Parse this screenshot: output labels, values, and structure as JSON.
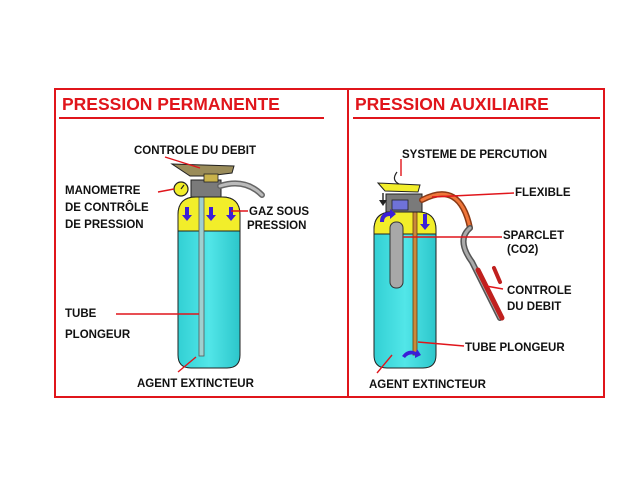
{
  "left": {
    "title": "PRESSION PERMANENTE",
    "labels": {
      "controle": "CONTROLE DU DEBIT",
      "manometre_1": "MANOMETRE",
      "manometre_2": "DE CONTRÔLE",
      "manometre_3": "DE PRESSION",
      "gaz_1": "GAZ SOUS",
      "gaz_2": "PRESSION",
      "tube_1": "TUBE",
      "tube_2": "PLONGEUR",
      "agent": "AGENT EXTINCTEUR"
    }
  },
  "right": {
    "title": "PRESSION AUXILIAIRE",
    "labels": {
      "systeme": "SYSTEME DE PERCUTION",
      "flexible": "FLEXIBLE",
      "sparclet_1": "SPARCLET",
      "sparclet_2": "(CO2)",
      "controle_1": "CONTROLE",
      "controle_2": "DU DEBIT",
      "tube": "TUBE PLONGEUR",
      "agent": "AGENT EXTINCTEUR"
    }
  },
  "colors": {
    "frame": "#e0151b",
    "liquid": "#3fdde0",
    "gas": "#f2ee2a",
    "head": "#7a7a7a",
    "arrow": "#3b1fd6"
  }
}
